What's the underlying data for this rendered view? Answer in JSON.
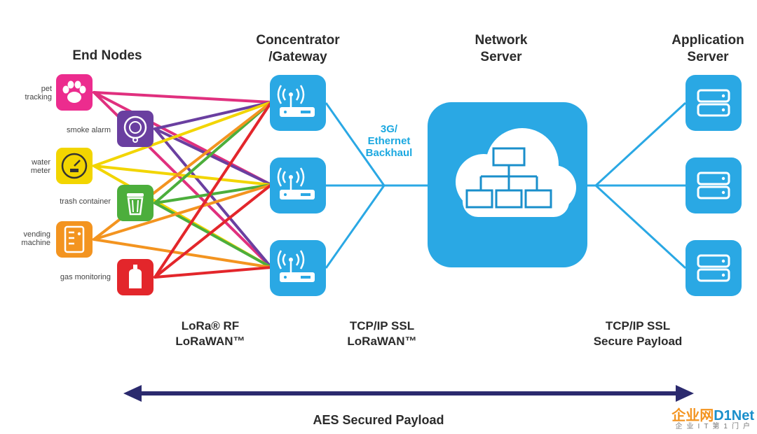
{
  "headers": {
    "end_nodes": "End Nodes",
    "gateway_line1": "Concentrator",
    "gateway_line2": "/Gateway",
    "network_line1": "Network",
    "network_line2": "Server",
    "app_line1": "Application",
    "app_line2": "Server"
  },
  "end_nodes": [
    {
      "label_line1": "pet",
      "label_line2": "tracking",
      "icon": "paw-icon",
      "color": "#ec2c8e",
      "line_color": "#e0307e"
    },
    {
      "label_line1": "smoke alarm",
      "label_line2": "",
      "icon": "smoke-alarm-icon",
      "color": "#6a3fa0",
      "line_color": "#6a3fa0"
    },
    {
      "label_line1": "water",
      "label_line2": "meter",
      "icon": "water-meter-icon",
      "color": "#f2d500",
      "line_color": "#f2d500"
    },
    {
      "label_line1": "trash container",
      "label_line2": "",
      "icon": "trash-icon",
      "color": "#4cae3c",
      "line_color": "#4cae3c"
    },
    {
      "label_line1": "vending",
      "label_line2": "machine",
      "icon": "vending-machine-icon",
      "color": "#f39420",
      "line_color": "#f39420"
    },
    {
      "label_line1": "gas monitoring",
      "label_line2": "",
      "icon": "gas-tank-icon",
      "color": "#e3262b",
      "line_color": "#e3262b"
    }
  ],
  "backhaul": {
    "line1": "3G/",
    "line2": "Ethernet",
    "line3": "Backhaul"
  },
  "protocols": {
    "rf_line1": "LoRa® RF",
    "rf_line2": "LoRaWAN™",
    "tcp_line1": "TCP/IP SSL",
    "tcp_line2": "LoRaWAN™",
    "app_line1": "TCP/IP SSL",
    "app_line2": "Secure Payload"
  },
  "footer": "AES Secured Payload",
  "watermark": {
    "brand_a": "企业网",
    "brand_b": "D1Net",
    "sub": "企业IT第1门户"
  },
  "colors": {
    "blue": "#2aa8e4",
    "blue_dark": "#1a8fcb",
    "arrow": "#2b2a6e"
  }
}
